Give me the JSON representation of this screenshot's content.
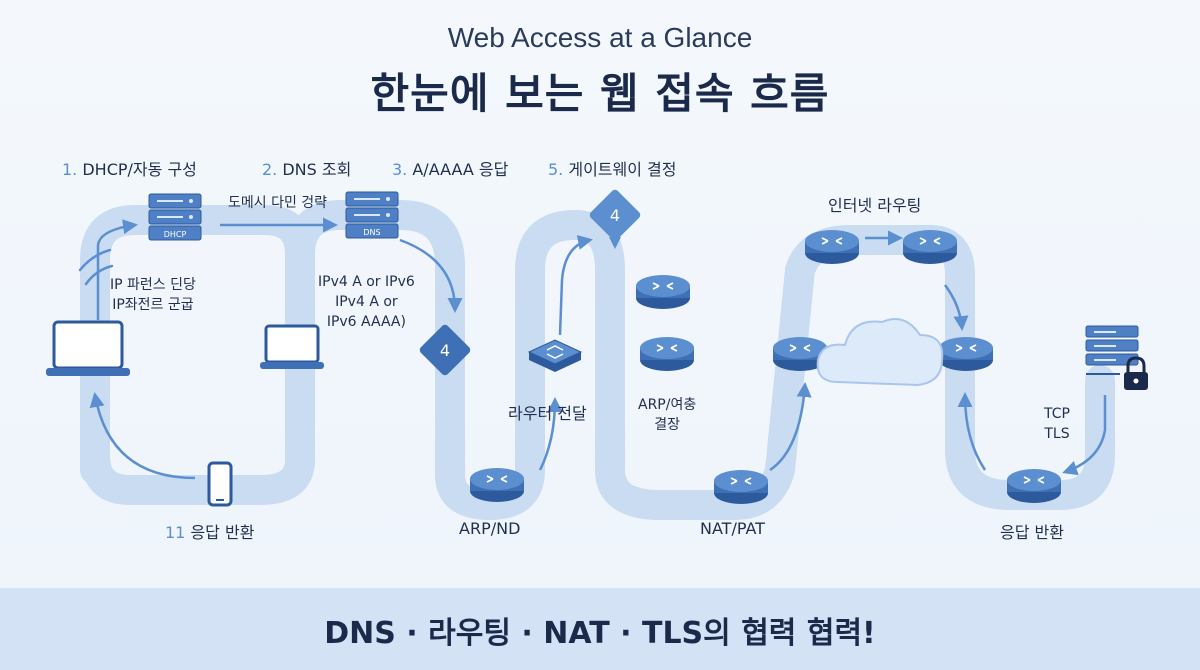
{
  "title": {
    "en": "Web Access at a Glance",
    "ko": "한눈에 보는 웹 접속 흐름"
  },
  "steps": [
    {
      "num": "1.",
      "text": "DHCP/자동 구성"
    },
    {
      "num": "2.",
      "text": "DNS 조회"
    },
    {
      "num": "3.",
      "text": "A/AAAA 응답"
    },
    {
      "num": "5.",
      "text": "게이트웨이 결정"
    },
    {
      "num": "11",
      "text": "응답 반환"
    }
  ],
  "labels": {
    "domain_resolve": "도메시 다민 겅략",
    "ip_lease_1": "IP 파런스 딘당",
    "ip_lease_2": "IP좌전르 군굽",
    "ipv_1": "IPv4 A or IPv6",
    "ipv_2": "IPv4 A or",
    "ipv_3": "IPv6 AAAA)",
    "router_forward": "라우터 전달",
    "arp_1": "ARP/여충",
    "arp_2": "결장",
    "internet_routing": "인터넷 라우팅",
    "tcp": "TCP",
    "tls": "TLS",
    "arp_nd": "ARP/ND",
    "nat_pat": "NAT/PAT",
    "response_return": "응답 반환"
  },
  "server_labels": {
    "dhcp": "DHCP",
    "dns": "DNS"
  },
  "diamond_labels": {
    "decision_a": "4",
    "decision_b": "4"
  },
  "footer": "DNS · 라우팅 · NAT · TLS의 협력 협력!",
  "colors": {
    "path": "#c9dcf2",
    "arrow": "#5b8fd0",
    "device": "#4f7fc4",
    "device_dark": "#2d5a9c",
    "footer_bg": "#d3e3f5"
  },
  "icons": [
    "server-icon",
    "laptop-icon",
    "smartphone-icon",
    "router-icon",
    "switch-icon",
    "decision-diamond-icon",
    "cloud-icon",
    "lock-icon"
  ]
}
